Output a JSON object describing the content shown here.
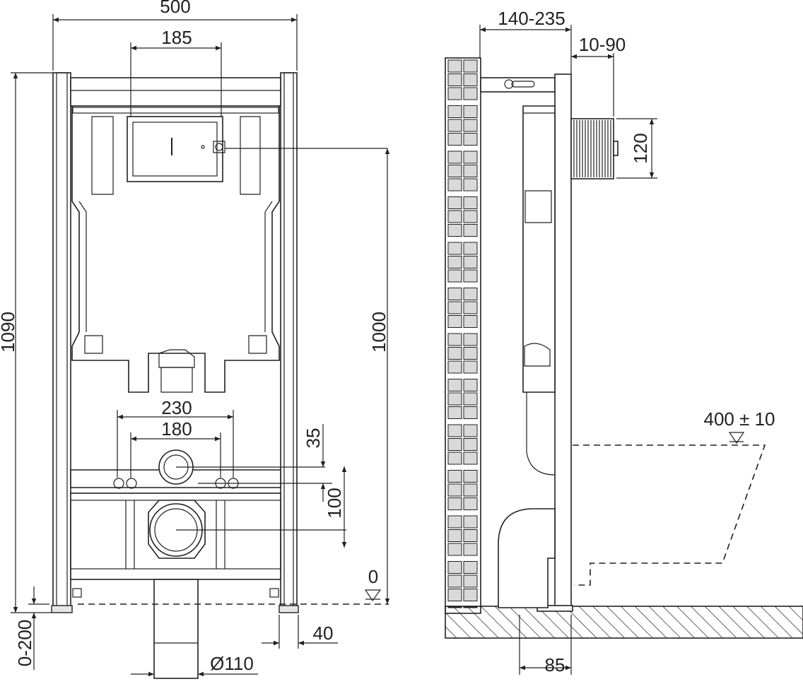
{
  "front_view": {
    "dimensions": {
      "width": "500",
      "panel_width": "185",
      "total_height": "1090",
      "actuator_height": "1000",
      "bolt_spacing_outer": "230",
      "bolt_spacing_inner": "180",
      "flush_offset": "35",
      "waste_offset": "100",
      "floor_level": "0",
      "foot_adjust": "0-200",
      "foot_width": "40",
      "pipe_diameter": "Ø110"
    }
  },
  "side_view": {
    "dimensions": {
      "depth": "140-235",
      "cover_depth": "10-90",
      "cover_height": "120",
      "seat_height": "400 ± 10",
      "pipe_offset": "85"
    }
  }
}
